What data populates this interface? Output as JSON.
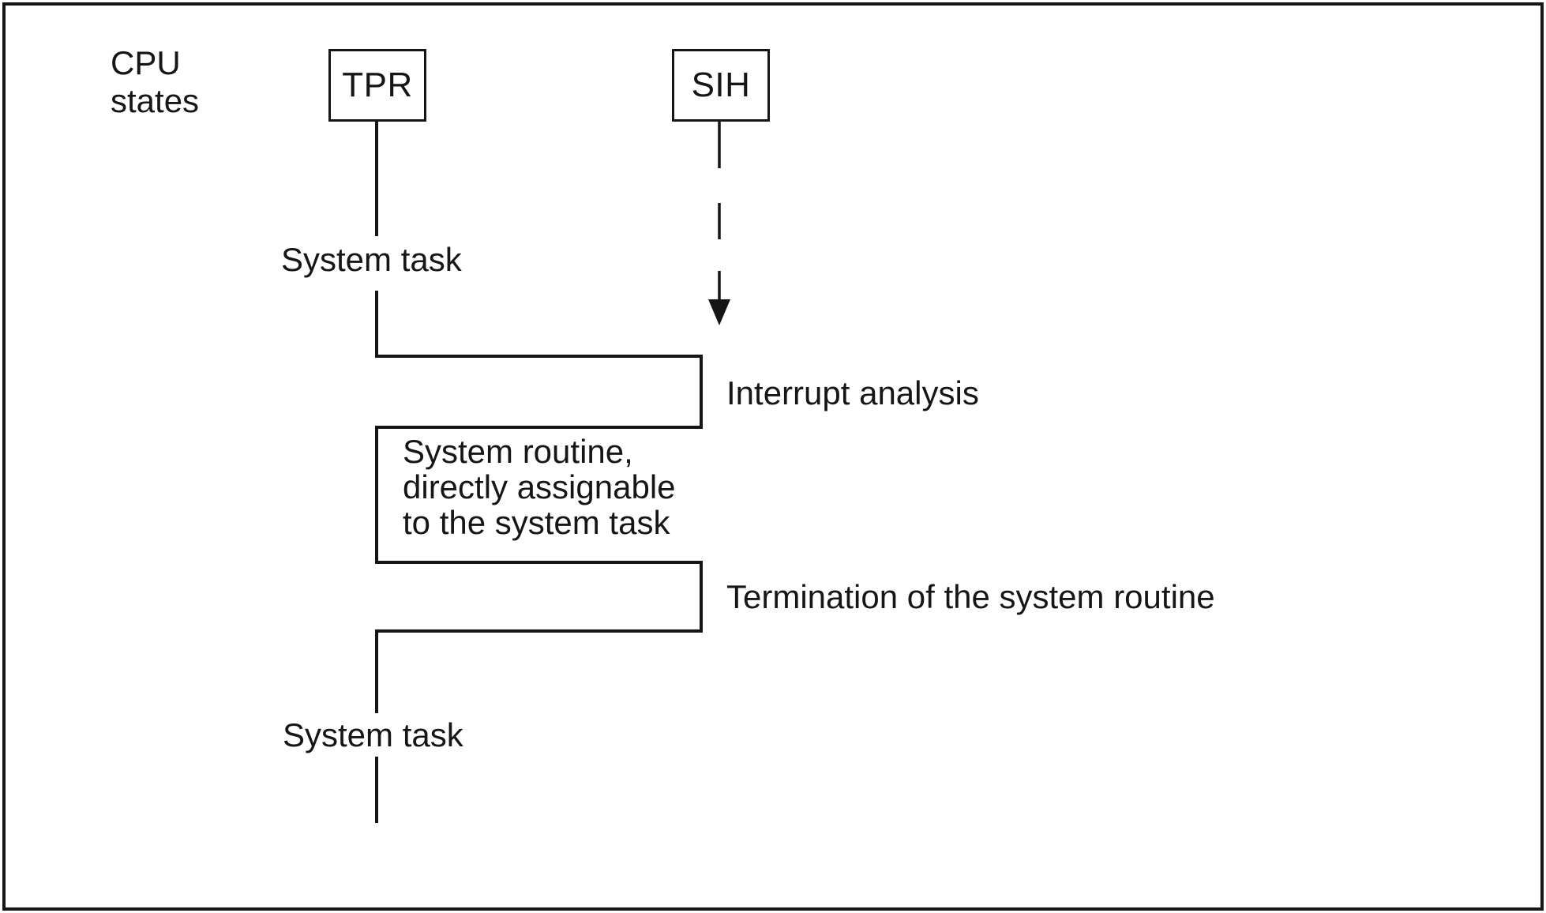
{
  "diagram": {
    "title": "CPU states",
    "header": {
      "cpu_states_label": "CPU\nstates"
    },
    "columns": [
      {
        "id": "tpr",
        "label": "TPR"
      },
      {
        "id": "sih",
        "label": "SIH"
      }
    ],
    "timeline_labels": {
      "system_task_top": "System task",
      "interrupt_analysis": "Interrupt analysis",
      "system_routine": "System routine,\ndirectly assignable\nto the system task",
      "termination": "Termination of the system routine",
      "system_task_bottom": "System task"
    },
    "colors": {
      "line": "#161616",
      "background": "#ffffff"
    }
  }
}
